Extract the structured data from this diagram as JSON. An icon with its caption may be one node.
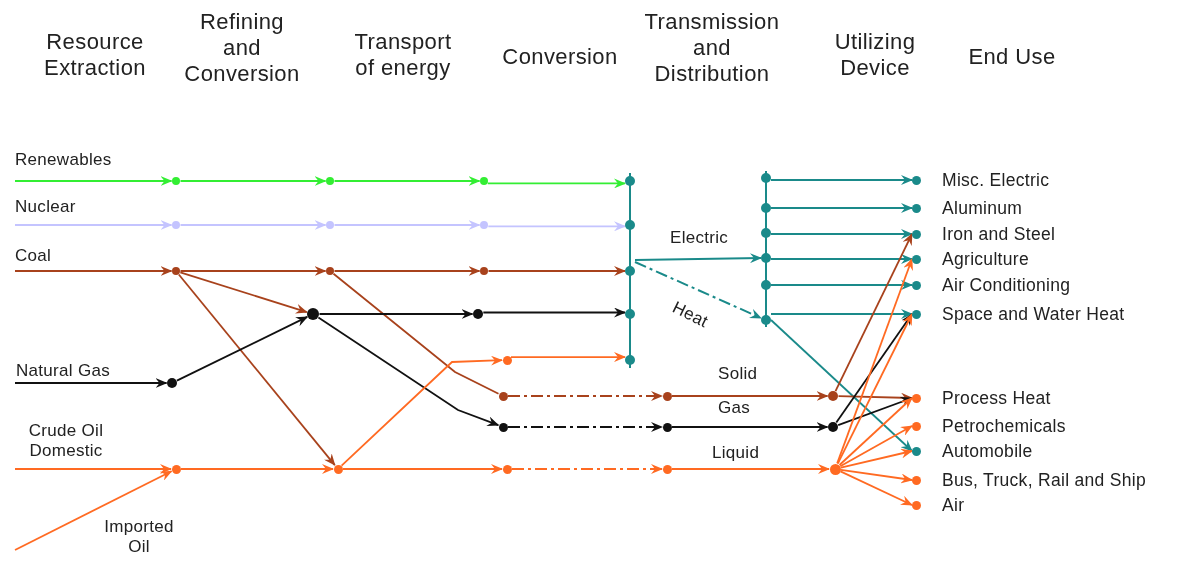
{
  "diagram": {
    "nodes": [
      {
        "text": [],
        "shape": "circle"
      },
      {
        "text": [],
        "shape": "circle"
      },
      {
        "text": [],
        "shape": "circle"
      },
      {
        "text": [],
        "shape": "circle"
      },
      {
        "text": [],
        "shape": "circle"
      },
      {
        "text": [],
        "shape": "circle"
      },
      {
        "text": [],
        "shape": "circle"
      },
      {
        "text": [],
        "shape": "circle"
      },
      {
        "text": [],
        "shape": "circle"
      },
      {
        "text": [],
        "shape": "circle"
      },
      {
        "text": [],
        "shape": "circle"
      },
      {
        "text": [],
        "shape": "circle"
      },
      {
        "text": [],
        "shape": "circle"
      },
      {
        "text": [],
        "shape": "circle"
      },
      {
        "text": [],
        "shape": "circle"
      },
      {
        "text": [],
        "shape": "circle"
      },
      {
        "text": [],
        "shape": "circle"
      },
      {
        "text": [],
        "shape": "circle"
      },
      {
        "text": [],
        "shape": "circle"
      },
      {
        "text": [],
        "shape": "circle"
      },
      {
        "text": [],
        "shape": "circle"
      },
      {
        "text": [],
        "shape": "circle"
      },
      {
        "text": [],
        "shape": "circle"
      },
      {
        "text": [],
        "shape": "circle"
      },
      {
        "text": [],
        "shape": "bar"
      },
      {
        "text": [],
        "shape": "bar"
      },
      {
        "text": [
          "Misc. Electric"
        ]
      },
      {
        "text": [
          "Aluminum"
        ]
      },
      {
        "text": [
          "Iron and Steel"
        ]
      },
      {
        "text": [
          "Agriculture"
        ]
      },
      {
        "text": [
          "Air Conditioning"
        ]
      },
      {
        "text": [
          "Space and Water Heat"
        ]
      },
      {
        "text": [
          "Process Heat"
        ]
      },
      {
        "text": [
          "Petrochemicals"
        ]
      },
      {
        "text": [
          "Automobile"
        ]
      },
      {
        "text": [
          "Bus, Truck, Rail and Ship"
        ]
      },
      {
        "text": [
          "Air"
        ]
      }
    ],
    "edges": [
      {
        "from": null,
        "to": 0,
        "arrow": "to",
        "label": "Renewables",
        "color": "#33ee33"
      },
      {
        "from": 0,
        "to": 1,
        "arrow": "to",
        "color": "#33ee33"
      },
      {
        "from": 1,
        "to": 2,
        "arrow": "to",
        "color": "#33ee33"
      },
      {
        "from": 2,
        "to": 24,
        "arrow": "to",
        "color": "#33ee33"
      },
      {
        "from": null,
        "to": 3,
        "arrow": "to",
        "label": "Nuclear",
        "color": "#c4c4ff"
      },
      {
        "from": 3,
        "to": 4,
        "arrow": "to",
        "color": "#c4c4ff"
      },
      {
        "from": 4,
        "to": 5,
        "arrow": "to",
        "color": "#c4c4ff"
      },
      {
        "from": 5,
        "to": 24,
        "arrow": "to",
        "color": "#c4c4ff"
      },
      {
        "from": null,
        "to": 6,
        "arrow": "to",
        "label": "Coal",
        "color": "#a8421c"
      },
      {
        "from": 6,
        "to": 7,
        "arrow": "to",
        "color": "#a8421c"
      },
      {
        "from": 7,
        "to": 8,
        "arrow": "to",
        "color": "#a8421c"
      },
      {
        "from": 8,
        "to": 24,
        "arrow": "to",
        "color": "#a8421c"
      },
      {
        "from": 6,
        "to": 10,
        "arrow": "to",
        "color": "#a8421c"
      },
      {
        "from": 6,
        "to": 13,
        "arrow": "to",
        "color": "#a8421c"
      },
      {
        "from": 7,
        "to": 15,
        "arrow": "none",
        "color": "#a8421c"
      },
      {
        "from": null,
        "to": 9,
        "arrow": "to",
        "label": "Natural Gas",
        "color": "#111111"
      },
      {
        "from": 9,
        "to": 10,
        "arrow": "to",
        "color": "#111111"
      },
      {
        "from": 10,
        "to": 11,
        "arrow": "to",
        "color": "#111111"
      },
      {
        "from": 11,
        "to": 24,
        "arrow": "to",
        "color": "#111111"
      },
      {
        "from": 10,
        "to": 18,
        "arrow": "to",
        "color": "#111111"
      },
      {
        "from": null,
        "to": 12,
        "arrow": "to",
        "label": "Crude Oil Domestic",
        "color": "#ff6a22"
      },
      {
        "from": null,
        "to": 12,
        "arrow": "to",
        "label": "Imported Oil",
        "color": "#ff6a22"
      },
      {
        "from": 12,
        "to": 13,
        "arrow": "to",
        "color": "#ff6a22"
      },
      {
        "from": 13,
        "to": 14,
        "arrow": "to",
        "color": "#ff6a22"
      },
      {
        "from": 14,
        "to": 24,
        "arrow": "to",
        "color": "#ff6a22"
      },
      {
        "from": 13,
        "to": 21,
        "arrow": "to",
        "color": "#ff6a22"
      },
      {
        "from": 21,
        "to": 22,
        "arrow": "to",
        "style": "dashed",
        "color": "#ff6a22"
      },
      {
        "from": 22,
        "to": 23,
        "arrow": "to",
        "label": "Liquid",
        "color": "#ff6a22"
      },
      {
        "from": 15,
        "to": 16,
        "arrow": "to",
        "style": "dashed",
        "color": "#a8421c"
      },
      {
        "from": 16,
        "to": 17,
        "arrow": "to",
        "label": "Solid",
        "color": "#a8421c"
      },
      {
        "from": 18,
        "to": 19,
        "arrow": "to",
        "style": "dashed",
        "color": "#111111"
      },
      {
        "from": 19,
        "to": 20,
        "arrow": "to",
        "label": "Gas",
        "color": "#111111"
      },
      {
        "from": 24,
        "to": 25,
        "arrow": "to",
        "label": "Electric",
        "color": "#1a8a8a"
      },
      {
        "from": 24,
        "to": 25,
        "arrow": "to",
        "label": "Heat",
        "style": "dashed",
        "color": "#1a8a8a"
      },
      {
        "from": 25,
        "to": 26,
        "arrow": "to",
        "color": "#1a8a8a"
      },
      {
        "from": 25,
        "to": 27,
        "arrow": "to",
        "color": "#1a8a8a"
      },
      {
        "from": 25,
        "to": 28,
        "arrow": "to",
        "color": "#1a8a8a"
      },
      {
        "from": 25,
        "to": 29,
        "arrow": "to",
        "color": "#1a8a8a"
      },
      {
        "from": 25,
        "to": 30,
        "arrow": "to",
        "color": "#1a8a8a"
      },
      {
        "from": 25,
        "to": 31,
        "arrow": "to",
        "color": "#1a8a8a"
      },
      {
        "from": 25,
        "to": 34,
        "arrow": "to",
        "color": "#1a8a8a"
      },
      {
        "from": 17,
        "to": 28,
        "arrow": "to",
        "color": "#a8421c"
      },
      {
        "from": 17,
        "to": 32,
        "arrow": "to",
        "color": "#a8421c"
      },
      {
        "from": 20,
        "to": 31,
        "arrow": "to",
        "color": "#111111"
      },
      {
        "from": 20,
        "to": 32,
        "arrow": "to",
        "color": "#111111"
      },
      {
        "from": 23,
        "to": 29,
        "arrow": "to",
        "color": "#ff6a22"
      },
      {
        "from": 23,
        "to": 31,
        "arrow": "to",
        "color": "#ff6a22"
      },
      {
        "from": 23,
        "to": 32,
        "arrow": "to",
        "color": "#ff6a22"
      },
      {
        "from": 23,
        "to": 33,
        "arrow": "to",
        "color": "#ff6a22"
      },
      {
        "from": 23,
        "to": 34,
        "arrow": "to",
        "color": "#ff6a22"
      },
      {
        "from": 23,
        "to": 35,
        "arrow": "to",
        "color": "#ff6a22"
      },
      {
        "from": 23,
        "to": 36,
        "arrow": "to",
        "color": "#ff6a22"
      }
    ],
    "labels": [
      "Resource Extraction",
      "Refining and Conversion",
      "Transport of energy",
      "Conversion",
      "Transmission and Distribution",
      "Utilizing Device",
      "End Use"
    ]
  }
}
